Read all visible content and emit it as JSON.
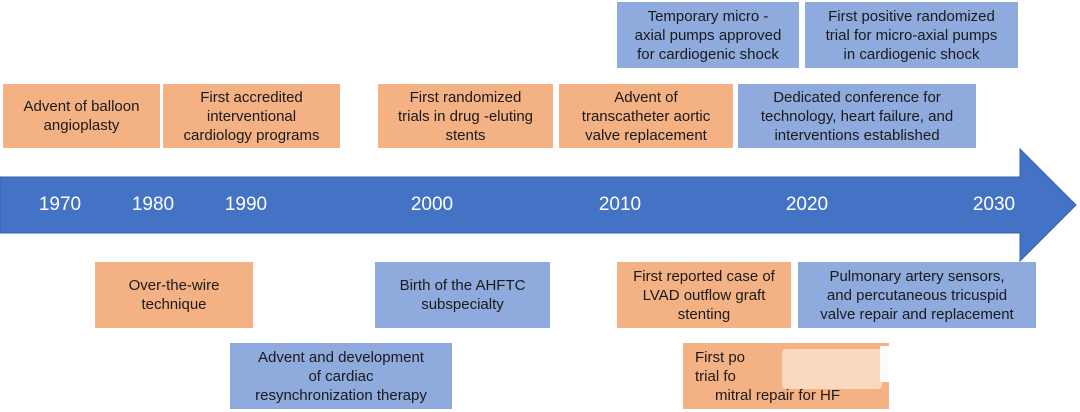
{
  "timeline": {
    "arrow_color": "#4472c4",
    "years": [
      "1970",
      "1980",
      "1990",
      "2000",
      "2010",
      "2020",
      "2030"
    ]
  },
  "events": {
    "balloon_angioplasty": "Advent of balloon\nangioplasty",
    "accredited_programs": "First accredited\ninterventional\ncardiology programs",
    "randomized_des": "First randomized\ntrials in drug -eluting\nstents",
    "tavr": "Advent of\ntranscatheter aortic\nvalve replacement",
    "micro_axial_approved": "Temporary micro -\naxial pumps approved\nfor cardiogenic shock",
    "micro_axial_trial": "First positive randomized\ntrial for micro-axial pumps\nin cardiogenic shock",
    "dedicated_conference": "Dedicated conference for\ntechnology, heart failure, and\ninterventions established",
    "over_the_wire": "Over-the-wire\ntechnique",
    "crt": "Advent and development\nof cardiac\nresynchronization therapy",
    "ahftc": "Birth of the AHFTC\nsubspecialty",
    "lvad_stenting": "First reported case of\nLVAD outflow graft\nstenting",
    "pa_sensors": "Pulmonary artery sensors,\nand percutaneous tricuspid\nvalve repair and replacement",
    "mitral_repair_line1": "First po",
    "mitral_repair_line2": "trial fo",
    "mitral_repair_line3": "mitral repair for HF"
  },
  "colors": {
    "orange": "#f4b183",
    "blue": "#8faadc"
  }
}
